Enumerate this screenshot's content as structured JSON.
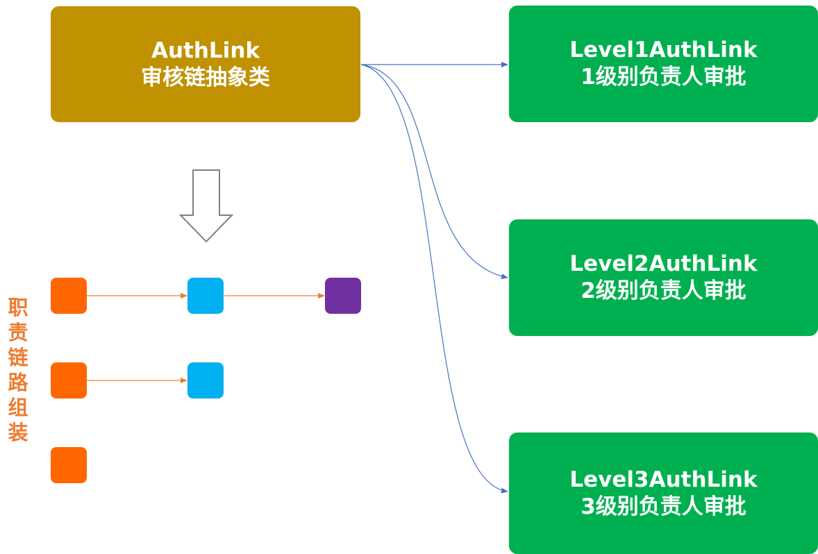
{
  "abstract_class": {
    "title": "AuthLink",
    "subtitle": "审核链抽象类"
  },
  "levels": [
    {
      "title": "Level1AuthLink",
      "subtitle": "1级别负责人审批"
    },
    {
      "title": "Level2AuthLink",
      "subtitle": "2级别负责人审批"
    },
    {
      "title": "Level3AuthLink",
      "subtitle": "3级别负责人审批"
    }
  ],
  "side_label": [
    "职",
    "责",
    "链",
    "路",
    "组",
    "装"
  ],
  "colors": {
    "abstract": "#C09100",
    "level": "#00B050",
    "node_orange": "#FF6600",
    "node_blue": "#00B0F0",
    "node_purple": "#7030A0",
    "chain_arrow": "#ED7D31",
    "inherit_arrow": "#4472C4",
    "label": "#ED7D31"
  },
  "chains": [
    [
      "node_orange",
      "node_blue",
      "node_purple"
    ],
    [
      "node_orange",
      "node_blue"
    ],
    [
      "node_orange"
    ]
  ]
}
